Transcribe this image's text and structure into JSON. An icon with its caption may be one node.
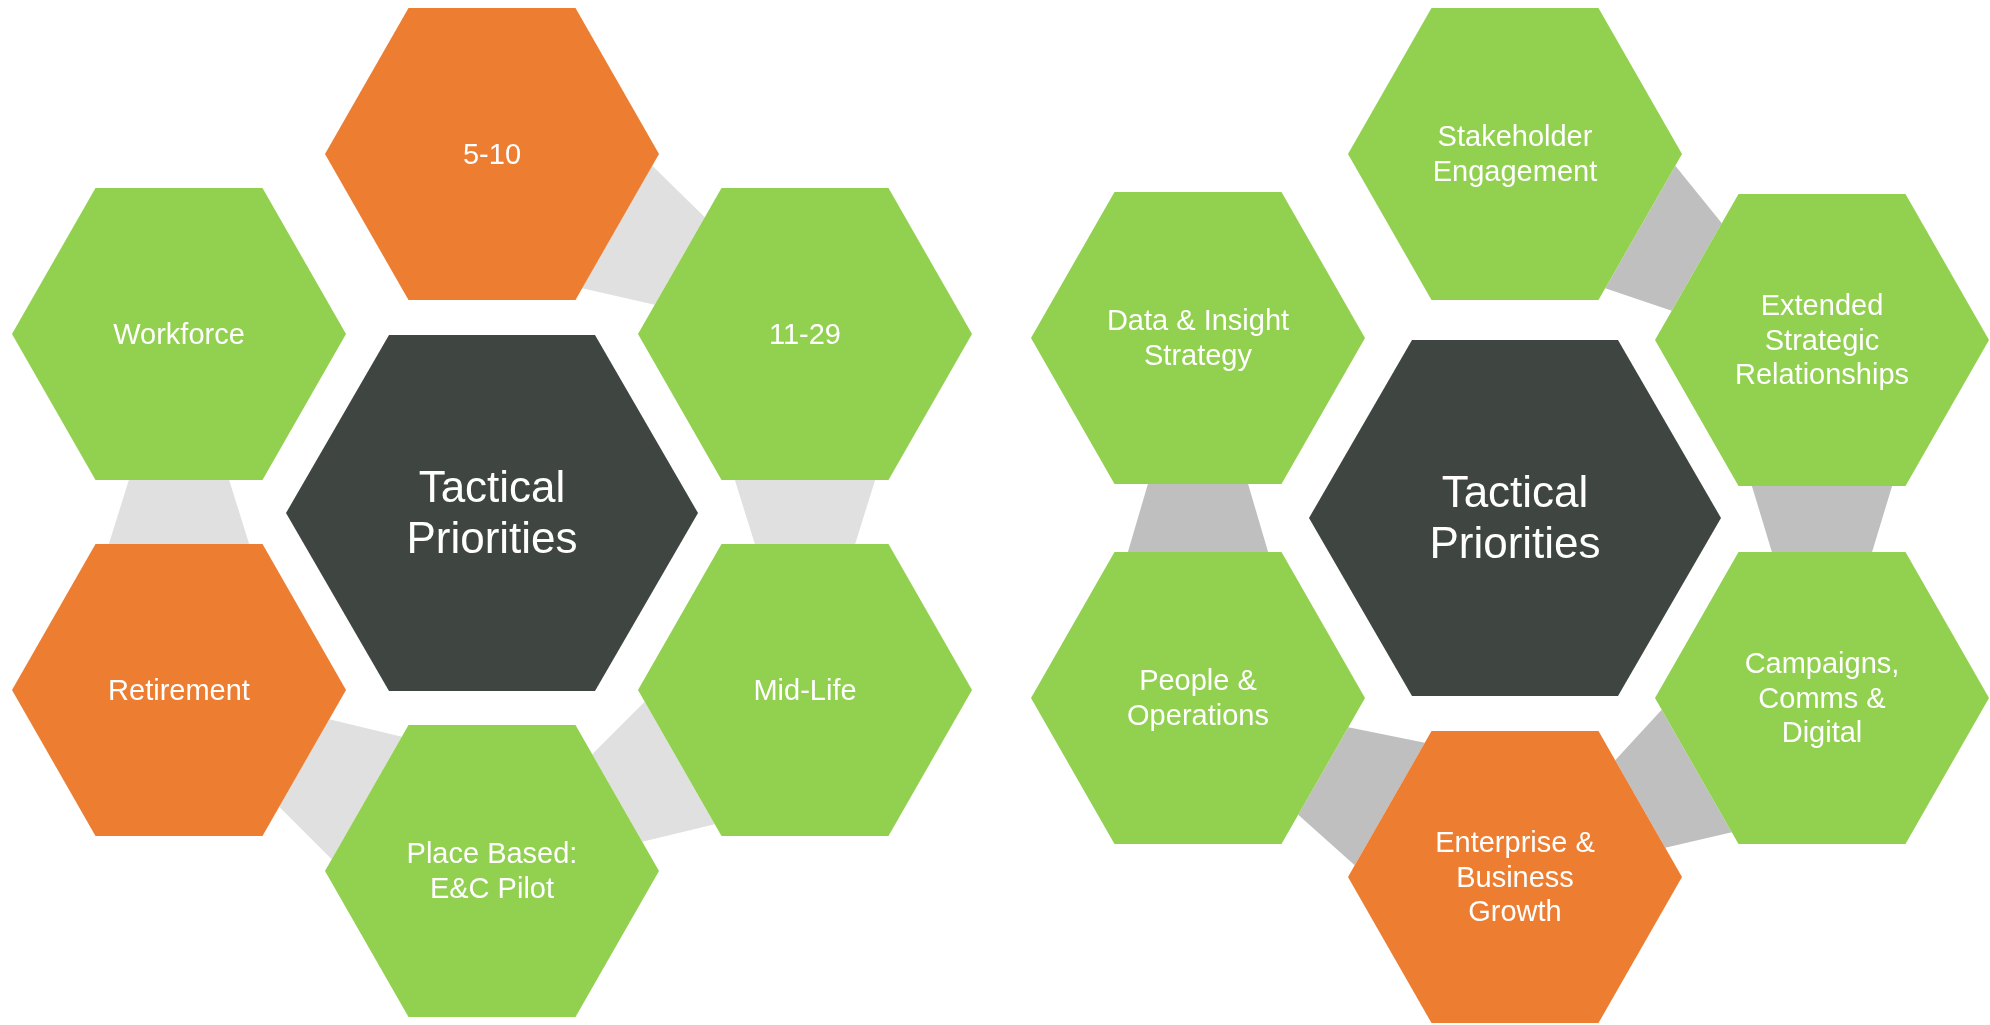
{
  "diagram": {
    "nodes": [
      {
        "text": [
          "5-10"
        ]
      },
      {
        "text": [
          "Workforce"
        ]
      },
      {
        "text": [
          "11-29"
        ]
      },
      {
        "text": [
          "Tactical Priorities"
        ]
      },
      {
        "text": [
          "Retirement"
        ]
      },
      {
        "text": [
          "Mid-Life"
        ]
      },
      {
        "text": [
          "Place Based: E&C Pilot"
        ]
      },
      {
        "text": [
          "Stakeholder Engagement"
        ]
      },
      {
        "text": [
          "Data & Insight Strategy"
        ]
      },
      {
        "text": [
          "Extended Strategic Relationships"
        ]
      },
      {
        "text": [
          "Tactical Priorities"
        ]
      },
      {
        "text": [
          "People & Operations"
        ]
      },
      {
        "text": [
          "Campaigns, Comms & Digital"
        ]
      },
      {
        "text": [
          "Enterprise & Business Growth"
        ]
      }
    ],
    "edges": [
      {
        "from": 0,
        "to": 2,
        "arrow": "none",
        "style": "thick",
        "color": "#e0e0e0"
      },
      {
        "from": 2,
        "to": 5,
        "arrow": "none",
        "style": "thick",
        "color": "#e0e0e0"
      },
      {
        "from": 5,
        "to": 6,
        "arrow": "none",
        "style": "thick",
        "color": "#e0e0e0"
      },
      {
        "from": 6,
        "to": 4,
        "arrow": "none",
        "style": "thick",
        "color": "#e0e0e0"
      },
      {
        "from": 4,
        "to": 1,
        "arrow": "none",
        "style": "thick",
        "color": "#e0e0e0"
      },
      {
        "from": 7,
        "to": 9,
        "arrow": "none",
        "style": "thick",
        "color": "#bfbfbf"
      },
      {
        "from": 9,
        "to": 12,
        "arrow": "none",
        "style": "thick",
        "color": "#bfbfbf"
      },
      {
        "from": 12,
        "to": 13,
        "arrow": "none",
        "style": "thick",
        "color": "#bfbfbf"
      },
      {
        "from": 13,
        "to": 11,
        "arrow": "none",
        "style": "thick",
        "color": "#bfbfbf"
      },
      {
        "from": 11,
        "to": 8,
        "arrow": "none",
        "style": "thick",
        "color": "#bfbfbf"
      }
    ]
  }
}
